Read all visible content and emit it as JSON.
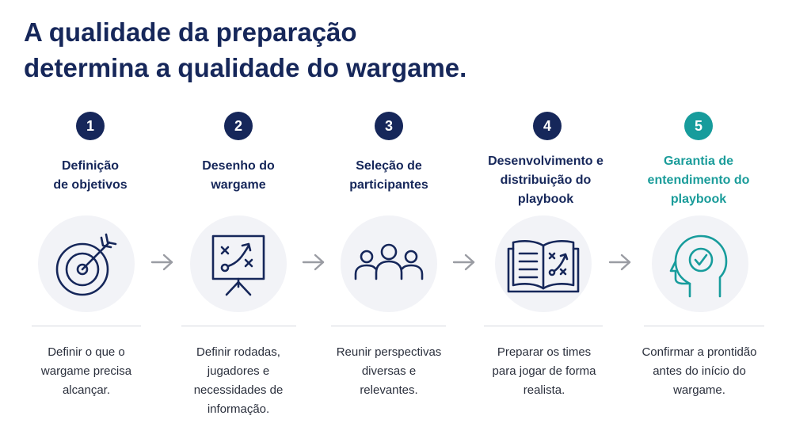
{
  "title": {
    "line1": "A qualidade da preparação",
    "line2": "determina a qualidade do wargame."
  },
  "colors": {
    "navy": "#16275a",
    "teal": "#179c9c",
    "circle_bg": "#f2f3f7",
    "arrow": "#9a9ca3"
  },
  "steps": [
    {
      "number": "1",
      "label": [
        "Definição",
        "de objetivos"
      ],
      "icon": "target-icon",
      "description": [
        "Definir o que o",
        "wargame precisa",
        "alcançar."
      ]
    },
    {
      "number": "2",
      "label": [
        "Desenho do",
        "wargame"
      ],
      "icon": "strategy-board-icon",
      "description": [
        "Definir rodadas,",
        "jugadores e",
        "necessidades de",
        "informação."
      ]
    },
    {
      "number": "3",
      "label": [
        "Seleção de",
        "participantes"
      ],
      "icon": "people-group-icon",
      "description": [
        "Reunir perspectivas",
        "diversas e",
        "relevantes."
      ]
    },
    {
      "number": "4",
      "label": [
        "Desenvolvimento e",
        "distribuição do",
        "playbook"
      ],
      "icon": "playbook-icon",
      "description": [
        "Preparar os times",
        "para jogar de forma",
        "realista."
      ]
    },
    {
      "number": "5",
      "label": [
        "Garantia de",
        "entendimento do",
        "playbook"
      ],
      "icon": "head-check-icon",
      "description": [
        "Confirmar a prontidão",
        "antes do início do",
        "wargame."
      ]
    }
  ]
}
